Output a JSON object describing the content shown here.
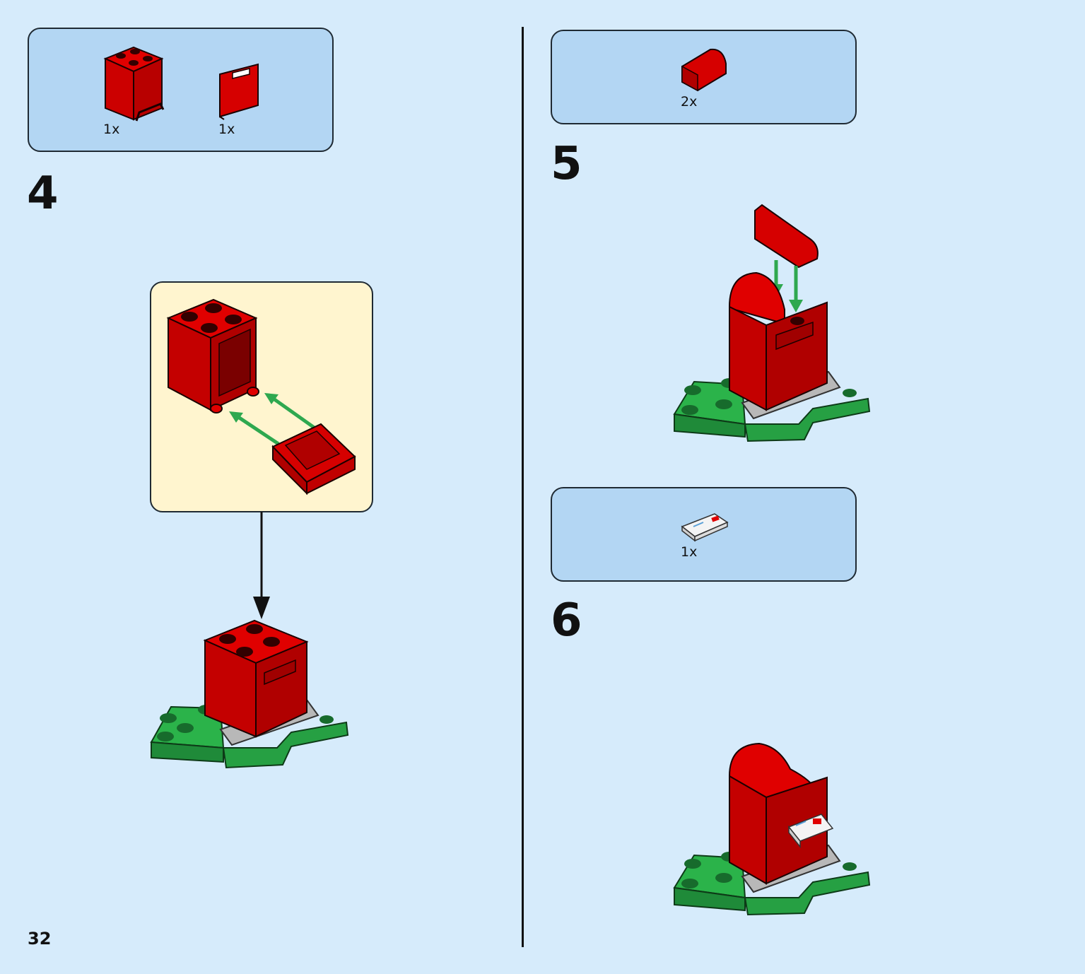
{
  "page": {
    "number": "32"
  },
  "steps": [
    {
      "number": "4",
      "parts": [
        {
          "qty": "1x",
          "icon": "red-container-brick-icon"
        },
        {
          "qty": "1x",
          "icon": "red-container-door-icon"
        }
      ]
    },
    {
      "number": "5",
      "parts": [
        {
          "qty": "2x",
          "icon": "red-curved-slope-icon"
        }
      ]
    },
    {
      "number": "6",
      "parts": [
        {
          "qty": "1x",
          "icon": "letter-tile-icon"
        }
      ]
    }
  ],
  "colors": {
    "background": "#d6ebfb",
    "parts_box": "#b3d6f3",
    "callout": "#fff5cf",
    "brick_red": "#d60000",
    "plate_green": "#2bb34a",
    "arrow_green": "#2ea84f"
  }
}
